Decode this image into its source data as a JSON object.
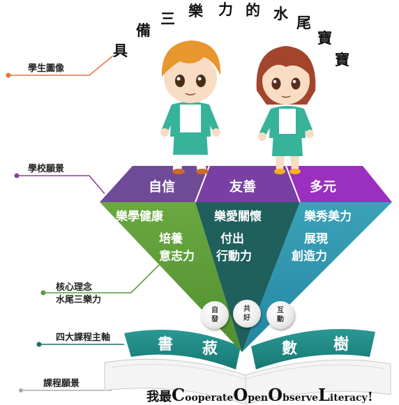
{
  "arc_title": [
    "具",
    "備",
    "三",
    "樂",
    "力",
    "的",
    "水",
    "尾",
    "寶",
    "寶"
  ],
  "labels": {
    "student_image": "學生圖像",
    "school_vision": "學校願景",
    "core_idea_line1": "核心理念",
    "core_idea_line2": "水尾三樂力",
    "four_axes": "四大課程主軸",
    "curriculum_vision": "課程願景"
  },
  "vision_bar": {
    "left": "自信",
    "center": "友善",
    "right": "多元"
  },
  "pillars": {
    "left": {
      "title": "樂學健康",
      "line1": "培養",
      "line2": "意志力"
    },
    "center": {
      "title": "樂愛關懷",
      "line1": "付出",
      "line2": "行動力"
    },
    "right": {
      "title": "樂秀美力",
      "line1": "展現",
      "line2": "創造力"
    }
  },
  "chips": [
    {
      "top": "自",
      "bottom": "發"
    },
    {
      "top": "共",
      "bottom": "好"
    },
    {
      "top": "互",
      "bottom": "動"
    }
  ],
  "book": {
    "left_1": "書",
    "left_2": "菽",
    "right_1": "數",
    "right_2": "樹"
  },
  "slogan": {
    "prefix": "我最",
    "words": [
      {
        "cap": "C",
        "rest": "ooperate"
      },
      {
        "cap": "O",
        "rest": "pen"
      },
      {
        "cap": "O",
        "rest": "bserve"
      },
      {
        "cap": "L",
        "rest": "iteracy"
      }
    ],
    "suffix": "!"
  },
  "colors": {
    "purple_left": "#6f4a96",
    "purple_right": "#9b2fbf",
    "green": "#5f9e3a",
    "teal_dark": "#1f5f5c",
    "cyan": "#2f95ad",
    "book_teal": "#1e8a86",
    "orange_line": "#e8743b",
    "purple_line": "#8e3fa3",
    "green_line": "#5a9a3a",
    "teal_line": "#1f6c6e"
  }
}
